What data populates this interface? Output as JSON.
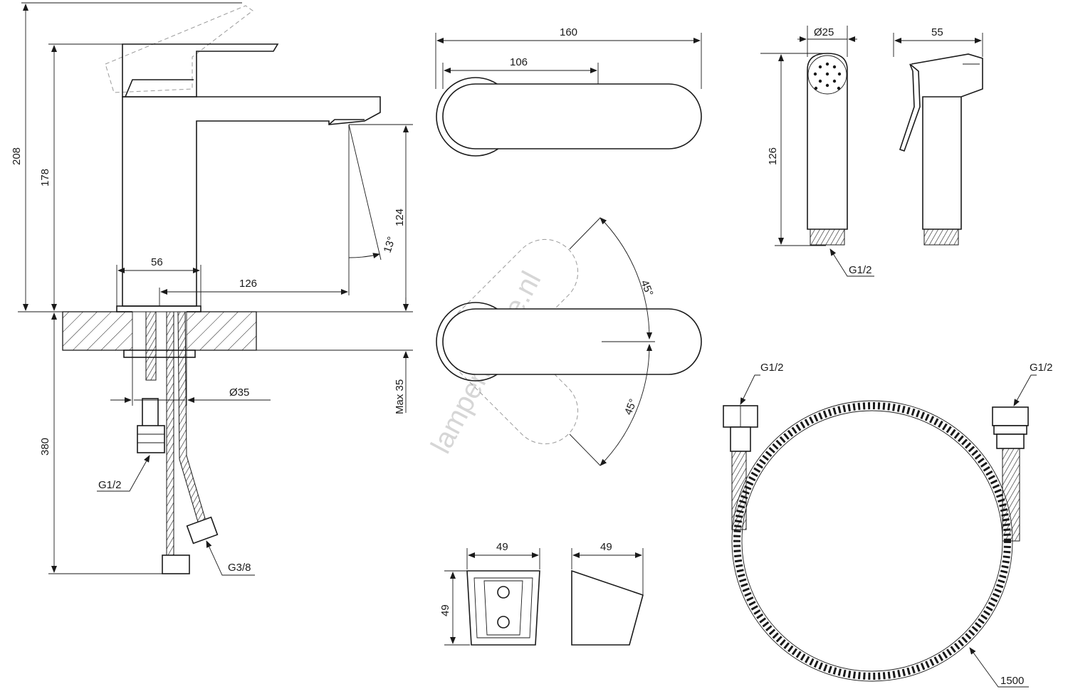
{
  "watermark": "lampenmanie.nl",
  "faucet": {
    "dim_total_height": "208",
    "dim_spout_height": "178",
    "dim_outlet_height": "124",
    "dim_angle": "13°",
    "dim_body_width": "56",
    "dim_reach": "126",
    "dim_below_height": "380",
    "dim_hole_dia": "Ø35",
    "dim_max_thickness": "Max 35",
    "label_thread_half": "G1/2",
    "label_thread_three_eighths": "G3/8"
  },
  "top_view": {
    "dim_total_width": "160",
    "dim_lever_width": "106"
  },
  "lever_rotation": {
    "angle_upper": "45°",
    "angle_lower": "45°"
  },
  "hand_shower": {
    "dim_diameter": "Ø25",
    "dim_height": "126",
    "dim_side_width": "55",
    "label_thread": "G1/2"
  },
  "holder": {
    "dim_front_width": "49",
    "dim_front_height": "49",
    "dim_side_width": "49"
  },
  "hose": {
    "label_left_thread": "G1/2",
    "label_right_thread": "G1/2",
    "dim_length": "1500"
  }
}
